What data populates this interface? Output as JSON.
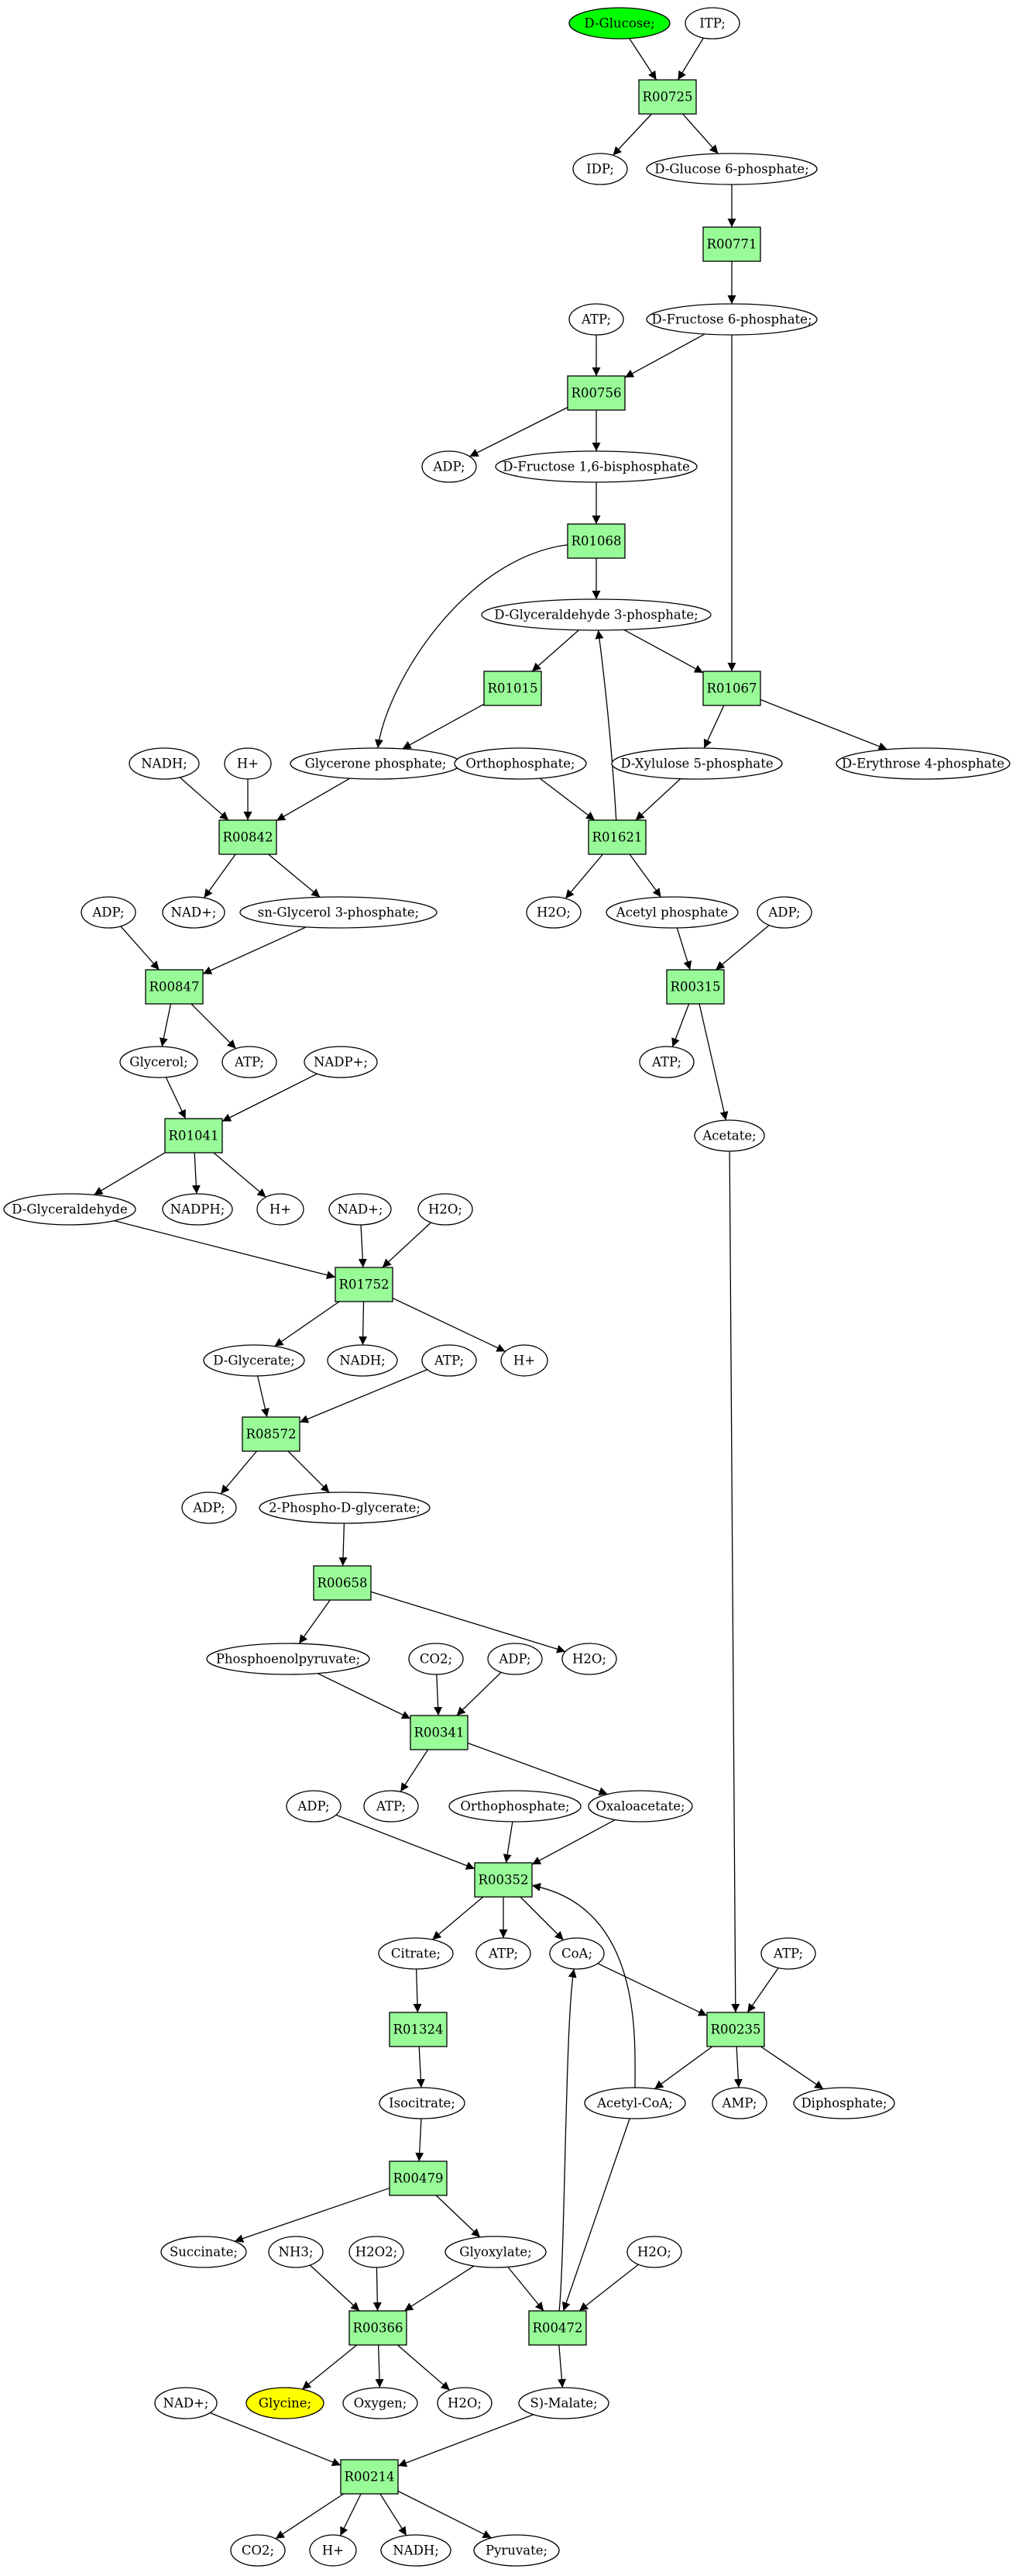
{
  "colors": {
    "reaction_fill": "#98fb98",
    "start_fill": "#00ff00",
    "target_fill": "#ffff00",
    "metabolite_fill": "#ffffff",
    "stroke": "#000000"
  },
  "nodes": {
    "glucose": {
      "label": "D-Glucose;",
      "kind": "start"
    },
    "itp": {
      "label": "ITP;",
      "kind": "metabolite"
    },
    "r00725": {
      "label": "R00725",
      "kind": "reaction"
    },
    "idp": {
      "label": "IDP;",
      "kind": "metabolite"
    },
    "g6p": {
      "label": "D-Glucose 6-phosphate;",
      "kind": "metabolite"
    },
    "r00771": {
      "label": "R00771",
      "kind": "reaction"
    },
    "f6p": {
      "label": "D-Fructose 6-phosphate;",
      "kind": "metabolite"
    },
    "atp1": {
      "label": "ATP;",
      "kind": "metabolite"
    },
    "r00756": {
      "label": "R00756",
      "kind": "reaction"
    },
    "adp1": {
      "label": "ADP;",
      "kind": "metabolite"
    },
    "fbp": {
      "label": "D-Fructose 1,6-bisphosphate",
      "kind": "metabolite"
    },
    "r01068": {
      "label": "R01068",
      "kind": "reaction"
    },
    "g3p": {
      "label": "D-Glyceraldehyde 3-phosphate;",
      "kind": "metabolite"
    },
    "r01015": {
      "label": "R01015",
      "kind": "reaction"
    },
    "r01067": {
      "label": "R01067",
      "kind": "reaction"
    },
    "nadh1": {
      "label": "NADH;",
      "kind": "metabolite"
    },
    "hplus1": {
      "label": "H+",
      "kind": "metabolite"
    },
    "dhap": {
      "label": "Glycerone phosphate;",
      "kind": "metabolite"
    },
    "ortho1": {
      "label": "Orthophosphate;",
      "kind": "metabolite"
    },
    "x5p": {
      "label": "D-Xylulose 5-phosphate",
      "kind": "metabolite"
    },
    "e4p": {
      "label": "D-Erythrose 4-phosphate",
      "kind": "metabolite"
    },
    "r00842": {
      "label": "R00842",
      "kind": "reaction"
    },
    "r01621": {
      "label": "R01621",
      "kind": "reaction"
    },
    "nadp1": {
      "label": "NAD+;",
      "kind": "metabolite"
    },
    "gly3p": {
      "label": "sn-Glycerol 3-phosphate;",
      "kind": "metabolite"
    },
    "h2o1": {
      "label": "H2O;",
      "kind": "metabolite"
    },
    "acp": {
      "label": "Acetyl phosphate",
      "kind": "metabolite"
    },
    "adp2": {
      "label": "ADP;",
      "kind": "metabolite"
    },
    "adp3": {
      "label": "ADP;",
      "kind": "metabolite"
    },
    "r00847": {
      "label": "R00847",
      "kind": "reaction"
    },
    "r00315": {
      "label": "R00315",
      "kind": "reaction"
    },
    "glycerol": {
      "label": "Glycerol;",
      "kind": "metabolite"
    },
    "atp2": {
      "label": "ATP;",
      "kind": "metabolite"
    },
    "nadpplus": {
      "label": "NADP+;",
      "kind": "metabolite"
    },
    "atp3": {
      "label": "ATP;",
      "kind": "metabolite"
    },
    "r01041": {
      "label": "R01041",
      "kind": "reaction"
    },
    "acetate": {
      "label": "Acetate;",
      "kind": "metabolite"
    },
    "dglyald": {
      "label": "D-Glyceraldehyde",
      "kind": "metabolite"
    },
    "nadph": {
      "label": "NADPH;",
      "kind": "metabolite"
    },
    "hplus2": {
      "label": "H+",
      "kind": "metabolite"
    },
    "nadp2": {
      "label": "NAD+;",
      "kind": "metabolite"
    },
    "h2o2": {
      "label": "H2O;",
      "kind": "metabolite"
    },
    "r01752": {
      "label": "R01752",
      "kind": "reaction"
    },
    "dglycerate": {
      "label": "D-Glycerate;",
      "kind": "metabolite"
    },
    "nadh2": {
      "label": "NADH;",
      "kind": "metabolite"
    },
    "hplus3": {
      "label": "H+",
      "kind": "metabolite"
    },
    "atp4": {
      "label": "ATP;",
      "kind": "metabolite"
    },
    "r08572": {
      "label": "R08572",
      "kind": "reaction"
    },
    "adp4": {
      "label": "ADP;",
      "kind": "metabolite"
    },
    "pg2": {
      "label": "2-Phospho-D-glycerate;",
      "kind": "metabolite"
    },
    "r00658": {
      "label": "R00658",
      "kind": "reaction"
    },
    "pep": {
      "label": "Phosphoenolpyruvate;",
      "kind": "metabolite"
    },
    "co2a": {
      "label": "CO2;",
      "kind": "metabolite"
    },
    "adp5": {
      "label": "ADP;",
      "kind": "metabolite"
    },
    "h2o3": {
      "label": "H2O;",
      "kind": "metabolite"
    },
    "r00341": {
      "label": "R00341",
      "kind": "reaction"
    },
    "adp6": {
      "label": "ADP;",
      "kind": "metabolite"
    },
    "atp5": {
      "label": "ATP;",
      "kind": "metabolite"
    },
    "ortho2": {
      "label": "Orthophosphate;",
      "kind": "metabolite"
    },
    "oaa": {
      "label": "Oxaloacetate;",
      "kind": "metabolite"
    },
    "r00352": {
      "label": "R00352",
      "kind": "reaction"
    },
    "citrate": {
      "label": "Citrate;",
      "kind": "metabolite"
    },
    "atp6": {
      "label": "ATP;",
      "kind": "metabolite"
    },
    "coa": {
      "label": "CoA;",
      "kind": "metabolite"
    },
    "atp7": {
      "label": "ATP;",
      "kind": "metabolite"
    },
    "r01324": {
      "label": "R01324",
      "kind": "reaction"
    },
    "r00235": {
      "label": "R00235",
      "kind": "reaction"
    },
    "isocitrate": {
      "label": "Isocitrate;",
      "kind": "metabolite"
    },
    "acoa": {
      "label": "Acetyl-CoA;",
      "kind": "metabolite"
    },
    "amp": {
      "label": "AMP;",
      "kind": "metabolite"
    },
    "pp": {
      "label": "Diphosphate;",
      "kind": "metabolite"
    },
    "r00479": {
      "label": "R00479",
      "kind": "reaction"
    },
    "succinate": {
      "label": "Succinate;",
      "kind": "metabolite"
    },
    "nh3": {
      "label": "NH3;",
      "kind": "metabolite"
    },
    "h2o2b": {
      "label": "H2O2;",
      "kind": "metabolite"
    },
    "glyoxylate": {
      "label": "Glyoxylate;",
      "kind": "metabolite"
    },
    "h2o4": {
      "label": "H2O;",
      "kind": "metabolite"
    },
    "r00366": {
      "label": "R00366",
      "kind": "reaction"
    },
    "r00472": {
      "label": "R00472",
      "kind": "reaction"
    },
    "nadp3": {
      "label": "NAD+;",
      "kind": "metabolite"
    },
    "glycine": {
      "label": "Glycine;",
      "kind": "target"
    },
    "oxygen": {
      "label": "Oxygen;",
      "kind": "metabolite"
    },
    "h2o5": {
      "label": "H2O;",
      "kind": "metabolite"
    },
    "smalate": {
      "label": "S)-Malate;",
      "kind": "metabolite"
    },
    "r00214": {
      "label": "R00214",
      "kind": "reaction"
    },
    "co2b": {
      "label": "CO2;",
      "kind": "metabolite"
    },
    "hplus4": {
      "label": "H+",
      "kind": "metabolite"
    },
    "nadh3": {
      "label": "NADH;",
      "kind": "metabolite"
    },
    "pyruvate": {
      "label": "Pyruvate;",
      "kind": "metabolite"
    }
  },
  "edges": [
    [
      "glucose",
      "r00725"
    ],
    [
      "itp",
      "r00725"
    ],
    [
      "r00725",
      "idp"
    ],
    [
      "r00725",
      "g6p"
    ],
    [
      "g6p",
      "r00771"
    ],
    [
      "r00771",
      "f6p"
    ],
    [
      "atp1",
      "r00756"
    ],
    [
      "f6p",
      "r00756"
    ],
    [
      "f6p",
      "r01067"
    ],
    [
      "r00756",
      "adp1"
    ],
    [
      "r00756",
      "fbp"
    ],
    [
      "fbp",
      "r01068"
    ],
    [
      "r01068",
      "g3p"
    ],
    [
      "r01068",
      "dhap"
    ],
    [
      "g3p",
      "r01015"
    ],
    [
      "g3p",
      "r01067"
    ],
    [
      "r01015",
      "dhap"
    ],
    [
      "r01067",
      "x5p"
    ],
    [
      "r01067",
      "e4p"
    ],
    [
      "nadh1",
      "r00842"
    ],
    [
      "hplus1",
      "r00842"
    ],
    [
      "dhap",
      "r00842"
    ],
    [
      "r00842",
      "nadp1"
    ],
    [
      "r00842",
      "gly3p"
    ],
    [
      "ortho1",
      "r01621"
    ],
    [
      "x5p",
      "r01621"
    ],
    [
      "r01621",
      "g3p"
    ],
    [
      "r01621",
      "h2o1"
    ],
    [
      "r01621",
      "acp"
    ],
    [
      "adp2",
      "r00847"
    ],
    [
      "gly3p",
      "r00847"
    ],
    [
      "r00847",
      "glycerol"
    ],
    [
      "r00847",
      "atp2"
    ],
    [
      "acp",
      "r00315"
    ],
    [
      "adp3",
      "r00315"
    ],
    [
      "r00315",
      "atp3"
    ],
    [
      "r00315",
      "acetate"
    ],
    [
      "glycerol",
      "r01041"
    ],
    [
      "nadpplus",
      "r01041"
    ],
    [
      "r01041",
      "dglyald"
    ],
    [
      "r01041",
      "nadph"
    ],
    [
      "r01041",
      "hplus2"
    ],
    [
      "dglyald",
      "r01752"
    ],
    [
      "nadp2",
      "r01752"
    ],
    [
      "h2o2",
      "r01752"
    ],
    [
      "r01752",
      "dglycerate"
    ],
    [
      "r01752",
      "nadh2"
    ],
    [
      "r01752",
      "hplus3"
    ],
    [
      "dglycerate",
      "r08572"
    ],
    [
      "atp4",
      "r08572"
    ],
    [
      "r08572",
      "adp4"
    ],
    [
      "r08572",
      "pg2"
    ],
    [
      "pg2",
      "r00658"
    ],
    [
      "r00658",
      "pep"
    ],
    [
      "r00658",
      "h2o3"
    ],
    [
      "pep",
      "r00341"
    ],
    [
      "co2a",
      "r00341"
    ],
    [
      "adp5",
      "r00341"
    ],
    [
      "r00341",
      "atp5"
    ],
    [
      "r00341",
      "oaa"
    ],
    [
      "adp6",
      "r00352"
    ],
    [
      "ortho2",
      "r00352"
    ],
    [
      "oaa",
      "r00352"
    ],
    [
      "acoa",
      "r00352"
    ],
    [
      "r00352",
      "citrate"
    ],
    [
      "r00352",
      "atp6"
    ],
    [
      "r00352",
      "coa"
    ],
    [
      "acetate",
      "r00235"
    ],
    [
      "coa",
      "r00235"
    ],
    [
      "atp7",
      "r00235"
    ],
    [
      "r00235",
      "acoa"
    ],
    [
      "r00235",
      "amp"
    ],
    [
      "r00235",
      "pp"
    ],
    [
      "citrate",
      "r01324"
    ],
    [
      "r01324",
      "isocitrate"
    ],
    [
      "isocitrate",
      "r00479"
    ],
    [
      "r00479",
      "succinate"
    ],
    [
      "r00479",
      "glyoxylate"
    ],
    [
      "nh3",
      "r00366"
    ],
    [
      "h2o2b",
      "r00366"
    ],
    [
      "glyoxylate",
      "r00366"
    ],
    [
      "glyoxylate",
      "r00472"
    ],
    [
      "h2o4",
      "r00472"
    ],
    [
      "acoa",
      "r00472"
    ],
    [
      "r00472",
      "coa"
    ],
    [
      "r00472",
      "smalate"
    ],
    [
      "r00366",
      "glycine"
    ],
    [
      "r00366",
      "oxygen"
    ],
    [
      "r00366",
      "h2o5"
    ],
    [
      "nadp3",
      "r00214"
    ],
    [
      "smalate",
      "r00214"
    ],
    [
      "r00214",
      "co2b"
    ],
    [
      "r00214",
      "hplus4"
    ],
    [
      "r00214",
      "nadh3"
    ],
    [
      "r00214",
      "pyruvate"
    ]
  ]
}
